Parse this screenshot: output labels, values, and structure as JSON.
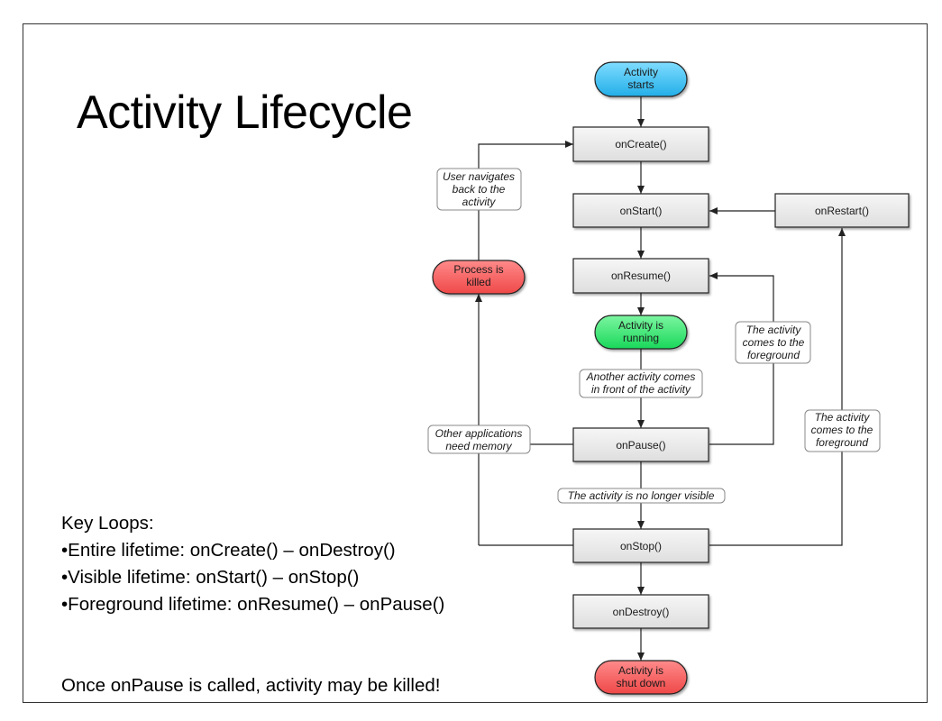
{
  "title": "Activity Lifecycle",
  "notes": {
    "heading": "Key Loops:",
    "lines": [
      "•Entire lifetime: onCreate() – onDestroy()",
      "•Visible lifetime: onStart() – onStop()",
      "•Foreground lifetime: onResume() – onPause()"
    ],
    "warning": "Once onPause is called, activity may be killed!"
  },
  "diagram": {
    "states": {
      "activity_starts": [
        "Activity",
        "starts"
      ],
      "activity_running": [
        "Activity is",
        "running"
      ],
      "process_killed": [
        "Process is",
        "killed"
      ],
      "activity_shut_down": [
        "Activity is",
        "shut down"
      ]
    },
    "methods": {
      "on_create": "onCreate()",
      "on_start": "onStart()",
      "on_restart": "onRestart()",
      "on_resume": "onResume()",
      "on_pause": "onPause()",
      "on_stop": "onStop()",
      "on_destroy": "onDestroy()"
    },
    "transitions": {
      "user_navigates_back": [
        "User navigates",
        "back to the",
        "activity"
      ],
      "another_activity_front": [
        "Another activity comes",
        "in front of the activity"
      ],
      "no_longer_visible": [
        "The activity is no longer visible"
      ],
      "other_apps_need_memory": [
        "Other applications",
        "need memory"
      ],
      "comes_to_foreground_resume": [
        "The activity",
        "comes to the",
        "foreground"
      ],
      "comes_to_foreground_restart": [
        "The activity",
        "comes to the",
        "foreground"
      ]
    },
    "colors": {
      "start_fill": "#3cbcf0",
      "running_fill": "#2fe06a",
      "killed_fill": "#f25a5a",
      "method_fill": "#e8e8e8",
      "note_fill": "#ffffff",
      "line": "#222222"
    }
  }
}
